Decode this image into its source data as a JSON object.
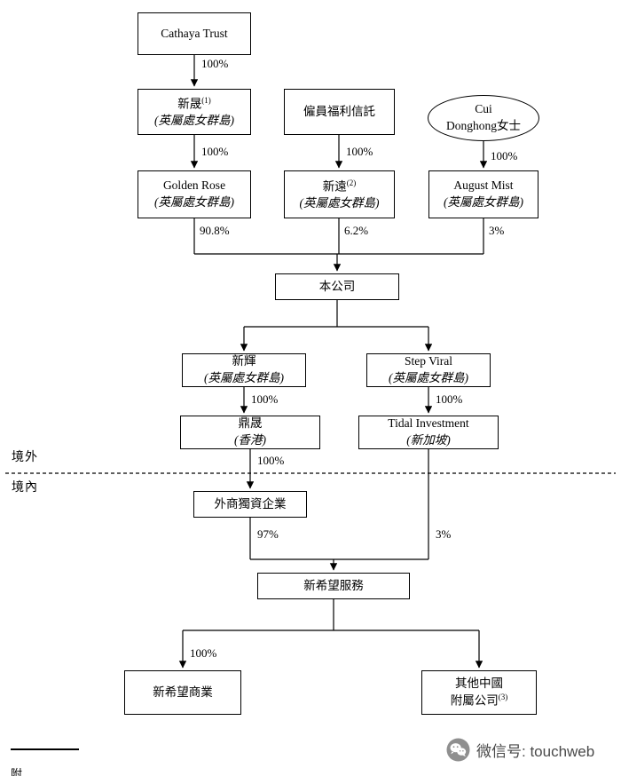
{
  "diagram": {
    "nodes": {
      "cathaya_trust": {
        "l1": "Cathaya Trust"
      },
      "xin_sheng": {
        "l1": "新晟",
        "sup": "(1)",
        "l2": "(英屬處女群島)"
      },
      "employee_trust": {
        "l1": "僱員福利信託"
      },
      "cui_donghong": {
        "l1": "Cui",
        "l2": "Donghong女士"
      },
      "golden_rose": {
        "l1": "Golden Rose",
        "l2": "(英屬處女群島)"
      },
      "xin_yuan": {
        "l1": "新遠",
        "sup": "(2)",
        "l2": "(英屬處女群島)"
      },
      "august_mist": {
        "l1": "August Mist",
        "l2": "(英屬處女群島)"
      },
      "company": {
        "l1": "本公司"
      },
      "xin_hui": {
        "l1": "新輝",
        "l2": "(英屬處女群島)"
      },
      "step_viral": {
        "l1": "Step Viral",
        "l2": "(英屬處女群島)"
      },
      "ding_sheng": {
        "l1": "鼎晟",
        "l2": "(香港)"
      },
      "tidal_investment": {
        "l1": "Tidal Investment",
        "l2": "(新加坡)"
      },
      "wfoe": {
        "l1": "外商獨資企業"
      },
      "new_hope_service": {
        "l1": "新希望服務"
      },
      "new_hope_commercial": {
        "l1": "新希望商業"
      },
      "other_prc_subsidiaries": {
        "l1": "其他中國",
        "l2": "附屬公司",
        "sup": "(3)"
      }
    },
    "labels": {
      "pct_cathaya_xinsheng": "100%",
      "pct_xinsheng_goldenrose": "100%",
      "pct_trust_xinyuan": "100%",
      "pct_cui_august": "100%",
      "pct_goldenrose_company": "90.8%",
      "pct_xinyuan_company": "6.2%",
      "pct_august_company": "3%",
      "pct_xinhui_dingsheng": "100%",
      "pct_stepviral_tidal": "100%",
      "pct_dingsheng_wfoe": "100%",
      "pct_wfoe_service": "97%",
      "pct_tidal_service": "3%",
      "pct_service_commercial": "100%",
      "offshore": "境外",
      "onshore": "境內"
    },
    "footnote_partial": "附",
    "watermark": {
      "text": "微信号: touchweb"
    }
  }
}
